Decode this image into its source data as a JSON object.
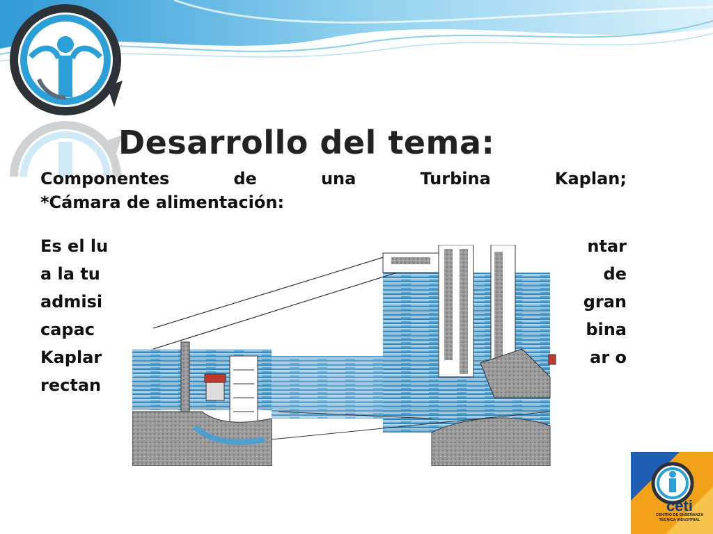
{
  "slide": {
    "title": "Desarrollo del tema:",
    "subheading_words": [
      "Componentes",
      "de",
      "una",
      "Turbina",
      "Kaplan;"
    ],
    "subheading_line2": "*Cámara de alimentación:",
    "paragraph_lines": [
      "Es el lu",
      "ntar",
      "a la tu",
      "de",
      "admisi",
      "gran",
      "capac",
      "bina",
      "Kaplar",
      "ar o",
      "rectan"
    ]
  },
  "logos": {
    "top_logo": "ceti-emblem-icon",
    "bottom_logo_word": "ceti",
    "bottom_logo_sub1": "CENTRO DE ENSEÑANZA",
    "bottom_logo_sub2": "TÉCNICA INDUSTRIAL"
  },
  "colors": {
    "wave_blue": "#3aa8dc",
    "logo_ring": "#2d3138",
    "logo_blue": "#2a9fd8",
    "water": "#4f9fd0",
    "concrete": "#8a8a8a",
    "badge_orange": "#f4a11a",
    "badge_blue": "#1e5fb5"
  }
}
